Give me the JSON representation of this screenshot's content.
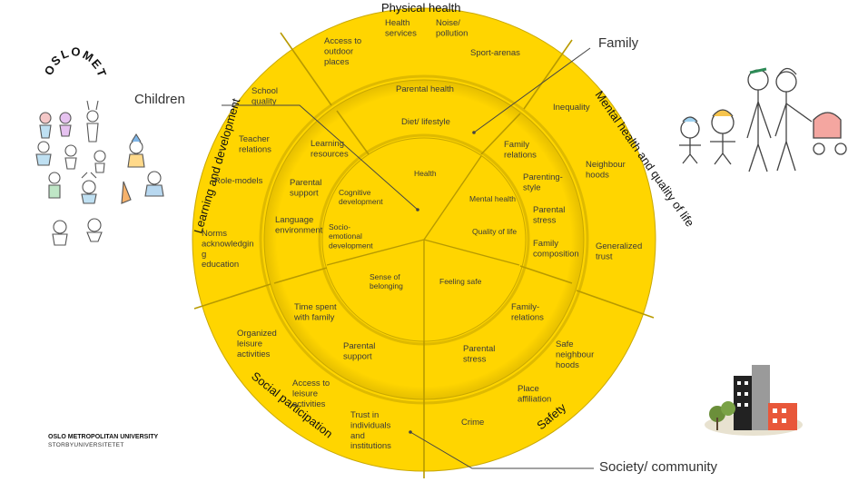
{
  "logo": {
    "letters": [
      "O",
      "S",
      "L",
      "O",
      "M",
      "E",
      "T"
    ]
  },
  "university": {
    "name": "OSLO METROPOLITAN UNIVERSITY",
    "subname": "STORBYUNIVERSITETET"
  },
  "callouts": {
    "children": "Children",
    "family": "Family",
    "society": "Society/ community"
  },
  "sections": {
    "physical": {
      "title": "Physical health",
      "outer_items": [
        "Health services",
        "Noise/ pollution",
        "Access to outdoor places",
        "Sport-arenas"
      ]
    },
    "mental": {
      "title": "Mental health and quality of life",
      "outer_items": [
        "Inequality",
        "Neighbour hoods",
        "Generalized trust"
      ]
    },
    "safety": {
      "title": "Safety",
      "outer_items": [
        "Safe neighbour hoods",
        "Place affiliation",
        "Crime"
      ]
    },
    "social": {
      "title": "Social participation",
      "outer_items": [
        "Organized leisure activities",
        "Access to leisure activities",
        "Trust in individuals and institutions"
      ]
    },
    "learning": {
      "title": "Learning and development",
      "outer_items": [
        "School quality",
        "Teacher relations",
        "Role-models",
        "Norms acknowledging education"
      ]
    }
  },
  "middle": {
    "top": [
      "Parental health",
      "Diet/ lifestyle"
    ],
    "right": [
      "Family relations",
      "Parenting-style",
      "Parental stress",
      "Family composition"
    ],
    "bottom_right": [
      "Family-relations",
      "Parental stress"
    ],
    "bottom_left": [
      "Time spent with family",
      "Parental support"
    ],
    "left": [
      "Learning resources",
      "Parental support",
      "Language environment"
    ]
  },
  "inner": {
    "health": "Health",
    "mental_health": "Mental health",
    "quality_of_life": "Quality of life",
    "feeling_safe": "Feeling safe",
    "sense_of_belonging": "Sense of belonging",
    "cognitive": "Cognitive development",
    "socio_emotional": "Socio-emotional development"
  },
  "colors": {
    "ring_yellow": "#FFD500",
    "divider": "#b89a00",
    "text": "#3a3a3a"
  }
}
